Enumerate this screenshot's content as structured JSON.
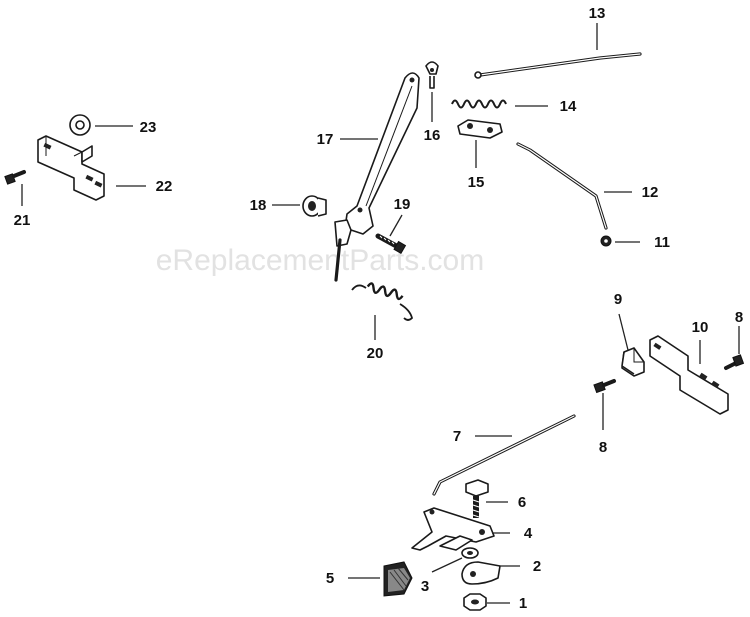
{
  "watermark": "eReplacementParts.com",
  "callouts": {
    "p1": "1",
    "p2": "2",
    "p3": "3",
    "p4": "4",
    "p5": "5",
    "p6": "6",
    "p7": "7",
    "p8a": "8",
    "p8b": "8",
    "p9": "9",
    "p10": "10",
    "p11": "11",
    "p12": "12",
    "p13": "13",
    "p14": "14",
    "p15": "15",
    "p16": "16",
    "p17": "17",
    "p18": "18",
    "p19": "19",
    "p20": "20",
    "p21": "21",
    "p22": "22",
    "p23": "23"
  }
}
